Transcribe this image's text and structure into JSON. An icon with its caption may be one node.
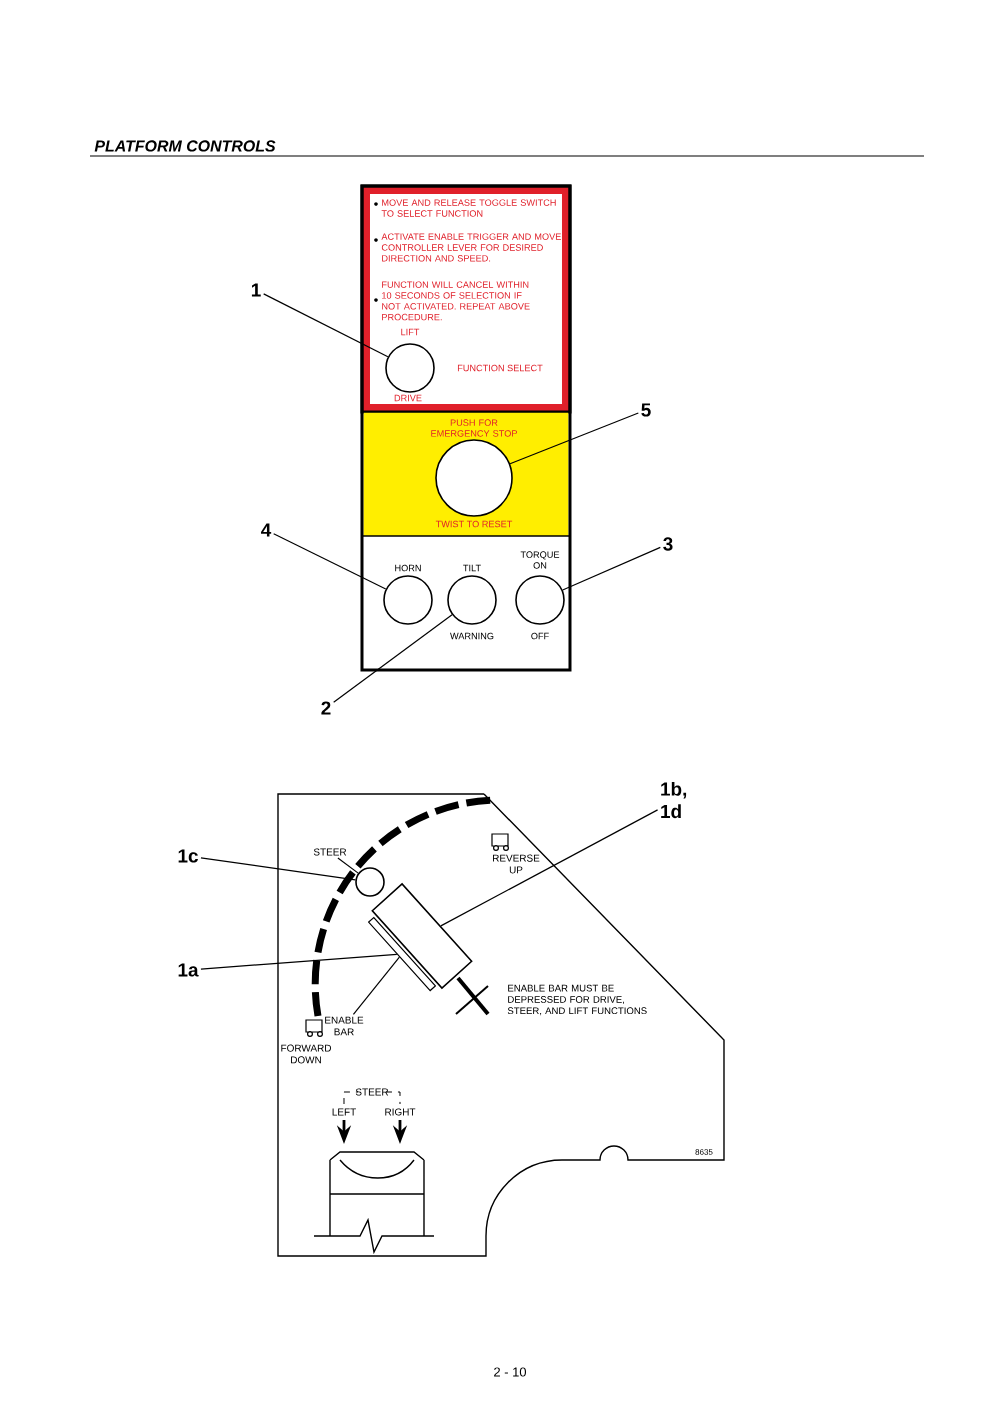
{
  "diagram": {
    "title": "PLATFORM CONTROLS",
    "nodes": [
      {
        "text": [
          "1"
        ]
      },
      {
        "text": [],
        "shape": "circle"
      },
      {
        "text": [
          "5"
        ]
      },
      {
        "text": [],
        "shape": "circle"
      },
      {
        "text": [
          "4"
        ]
      },
      {
        "text": [],
        "shape": "circle"
      },
      {
        "text": [
          "2"
        ]
      },
      {
        "text": [],
        "shape": "circle"
      },
      {
        "text": [
          "3"
        ]
      },
      {
        "text": [],
        "shape": "circle"
      },
      {
        "text": [
          "1c"
        ]
      },
      {
        "text": [
          "STEER"
        ]
      },
      {
        "text": [],
        "shape": "circle"
      },
      {
        "text": [
          "1b, 1d"
        ]
      },
      {
        "text": [],
        "shape": "box"
      },
      {
        "text": [
          "1a"
        ]
      },
      {
        "text": [
          "ENABLE BAR"
        ]
      },
      {
        "text": [],
        "shape": "bar"
      }
    ],
    "edges": [
      {
        "from": 0,
        "to": 1,
        "arrow": "none"
      },
      {
        "from": 2,
        "to": 3,
        "arrow": "none"
      },
      {
        "from": 4,
        "to": 5,
        "arrow": "none"
      },
      {
        "from": 6,
        "to": 7,
        "arrow": "none"
      },
      {
        "from": 8,
        "to": 9,
        "arrow": "none"
      },
      {
        "from": 10,
        "to": 12,
        "arrow": "none"
      },
      {
        "from": 11,
        "to": 12,
        "arrow": "none"
      },
      {
        "from": 13,
        "to": 14,
        "arrow": "none"
      },
      {
        "from": 15,
        "to": 17,
        "arrow": "none"
      },
      {
        "from": 16,
        "to": 17,
        "arrow": "none"
      }
    ],
    "labels": [
      "MOVE AND RELEASE TOGGLE SWITCH TO SELECT FUNCTION",
      "ACTIVATE ENABLE TRIGGER AND MOVE CONTROLLER LEVER FOR DESIRED DIRECTION AND SPEED.",
      "FUNCTION WILL CANCEL WITHIN 10 SECONDS OF SELECTION IF NOT ACTIVATED. REPEAT ABOVE PROCEDURE.",
      "LIFT",
      "FUNCTION SELECT",
      "DRIVE",
      "PUSH FOR EMERGENCY STOP",
      "TWIST TO RESET",
      "HORN",
      "TILT",
      "TORQUE ON",
      "WARNING",
      "OFF",
      "REVERSE UP",
      "FORWARD DOWN",
      "ENABLE BAR MUST BE DEPRESSED FOR DRIVE, STEER, AND LIFT FUNCTIONS",
      "STEER",
      "LEFT",
      "RIGHT",
      "8635",
      "2 - 10"
    ]
  }
}
